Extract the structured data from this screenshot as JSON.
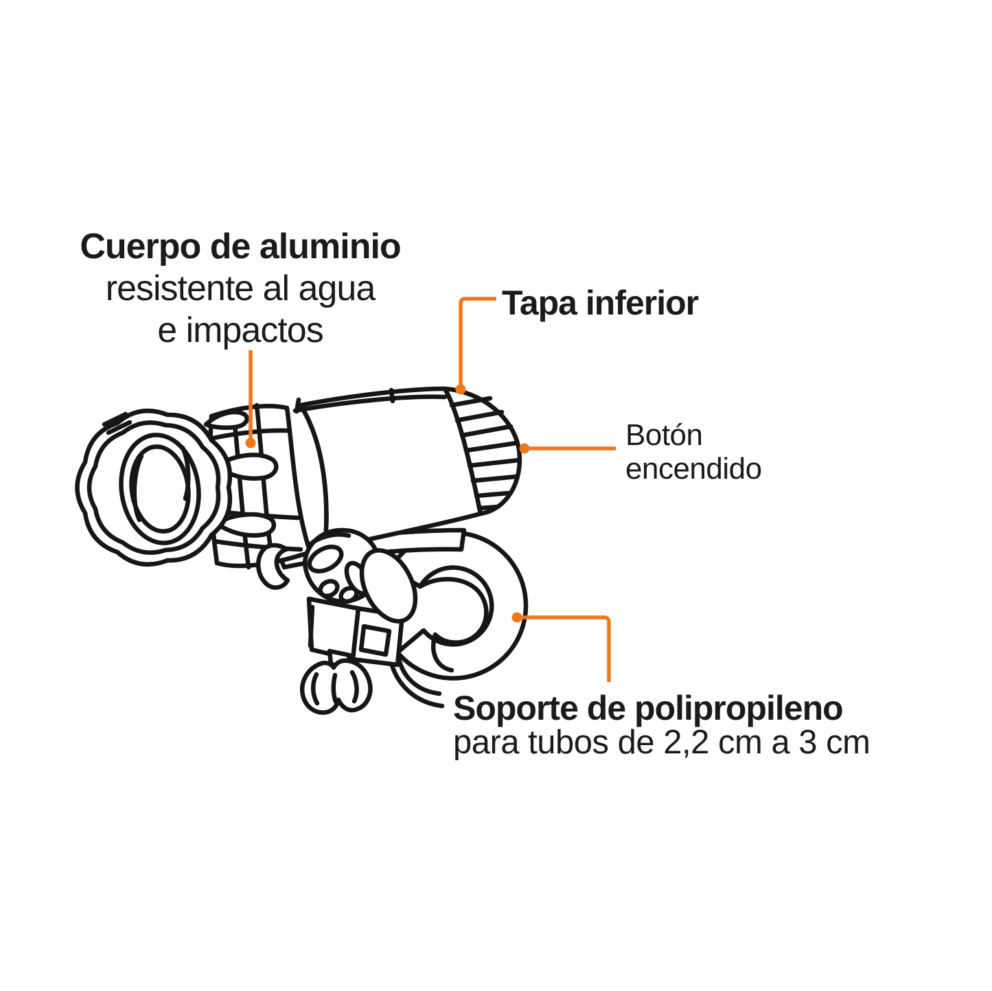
{
  "page": {
    "background": "#ffffff"
  },
  "colors": {
    "accent_orange": "#F0771E",
    "line_ink": "#161616",
    "text_ink": "#1B1B1B"
  },
  "callouts": {
    "body": {
      "title": "Cuerpo de aluminio",
      "line2": "resistente al agua",
      "line3": "e impactos"
    },
    "rear_cap": {
      "title": "Tapa inferior"
    },
    "power_button": {
      "line1": "Botón",
      "line2": "encendido"
    },
    "mount": {
      "title": "Soporte de polipropileno",
      "subtitle": "para tubos de 2,2 cm a 3 cm"
    }
  },
  "icons": [
    "leader-dot-icon",
    "flashlight-line-drawing"
  ]
}
